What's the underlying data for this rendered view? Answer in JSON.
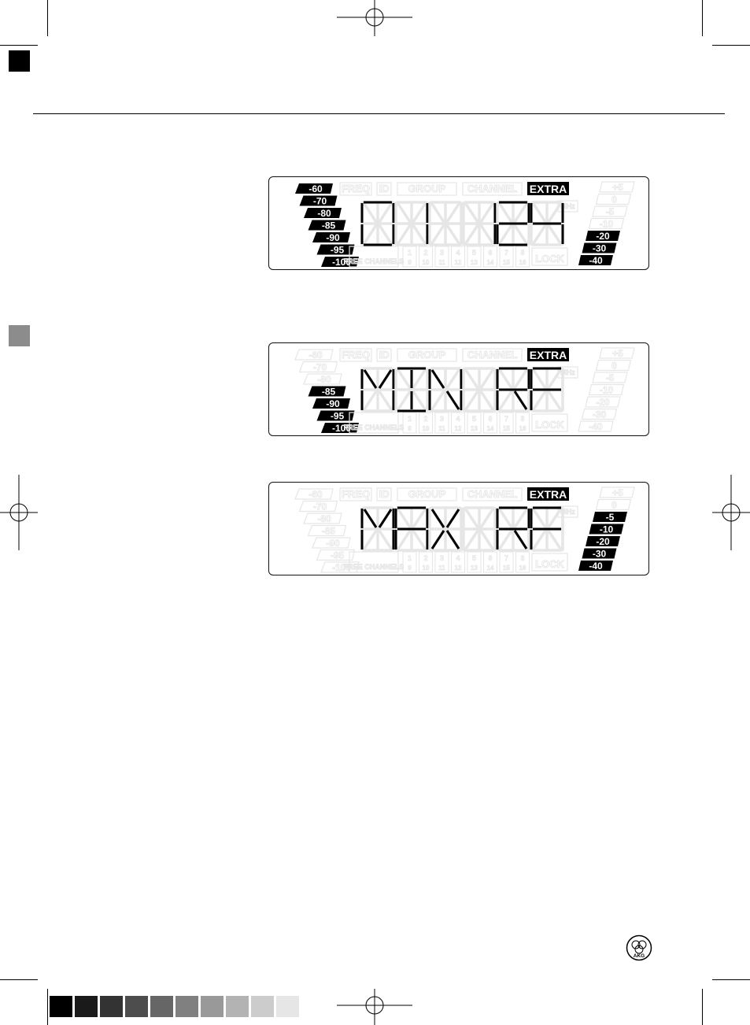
{
  "displays": [
    {
      "main_text": "01 124",
      "extra_label": "EXTRA",
      "left_scale": [
        "-60",
        "-70",
        "-80",
        "-85",
        "-90",
        "-95",
        "-100"
      ],
      "left_active": [
        true,
        true,
        true,
        true,
        true,
        true,
        true
      ],
      "right_scale": [
        "-5",
        "-10",
        "-20",
        "-30",
        "-40"
      ],
      "right_active": [
        false,
        false,
        true,
        true,
        true
      ]
    },
    {
      "main_text": "MIN RF",
      "extra_label": "EXTRA",
      "left_scale": [
        "-60",
        "-70",
        "-80",
        "-85",
        "-90",
        "-95",
        "-100"
      ],
      "left_active": [
        false,
        false,
        false,
        true,
        true,
        true,
        true
      ],
      "right_scale": [
        "-5",
        "-10",
        "-20",
        "-30",
        "-40"
      ],
      "right_active": [
        false,
        false,
        false,
        false,
        false
      ]
    },
    {
      "main_text": "MAX RF",
      "extra_label": "EXTRA",
      "left_scale": [
        "-60",
        "-70",
        "-80",
        "-85",
        "-90",
        "-95",
        "-100"
      ],
      "left_active": [
        false,
        false,
        false,
        false,
        false,
        false,
        false
      ],
      "right_scale": [
        "-5",
        "-10",
        "-20",
        "-30",
        "-40"
      ],
      "right_active": [
        true,
        true,
        true,
        true,
        true
      ]
    }
  ],
  "faint_labels": {
    "freq": "FREQ",
    "id": "ID",
    "group": "GROUP",
    "channel": "CHANNEL",
    "free_channels": "FREE CHANNELS",
    "lock": "LOCK",
    "mhz": "MHz",
    "right_top": [
      "+5",
      "0"
    ],
    "channel_numbers_top": [
      "1",
      "2",
      "3",
      "4",
      "5",
      "6",
      "7",
      "8"
    ],
    "channel_numbers_bottom": [
      "9",
      "10",
      "11",
      "12",
      "13",
      "14",
      "15",
      "16"
    ]
  },
  "logo": {
    "text": "AKG"
  },
  "colors": {
    "ink": "#000000",
    "faint": "#e6e6e6",
    "marker_gray": "#8c8c8c",
    "gray_strip": [
      "#000000",
      "#1a1a1a",
      "#333333",
      "#4d4d4d",
      "#666666",
      "#808080",
      "#999999",
      "#b3b3b3",
      "#cccccc",
      "#e6e6e6"
    ]
  }
}
